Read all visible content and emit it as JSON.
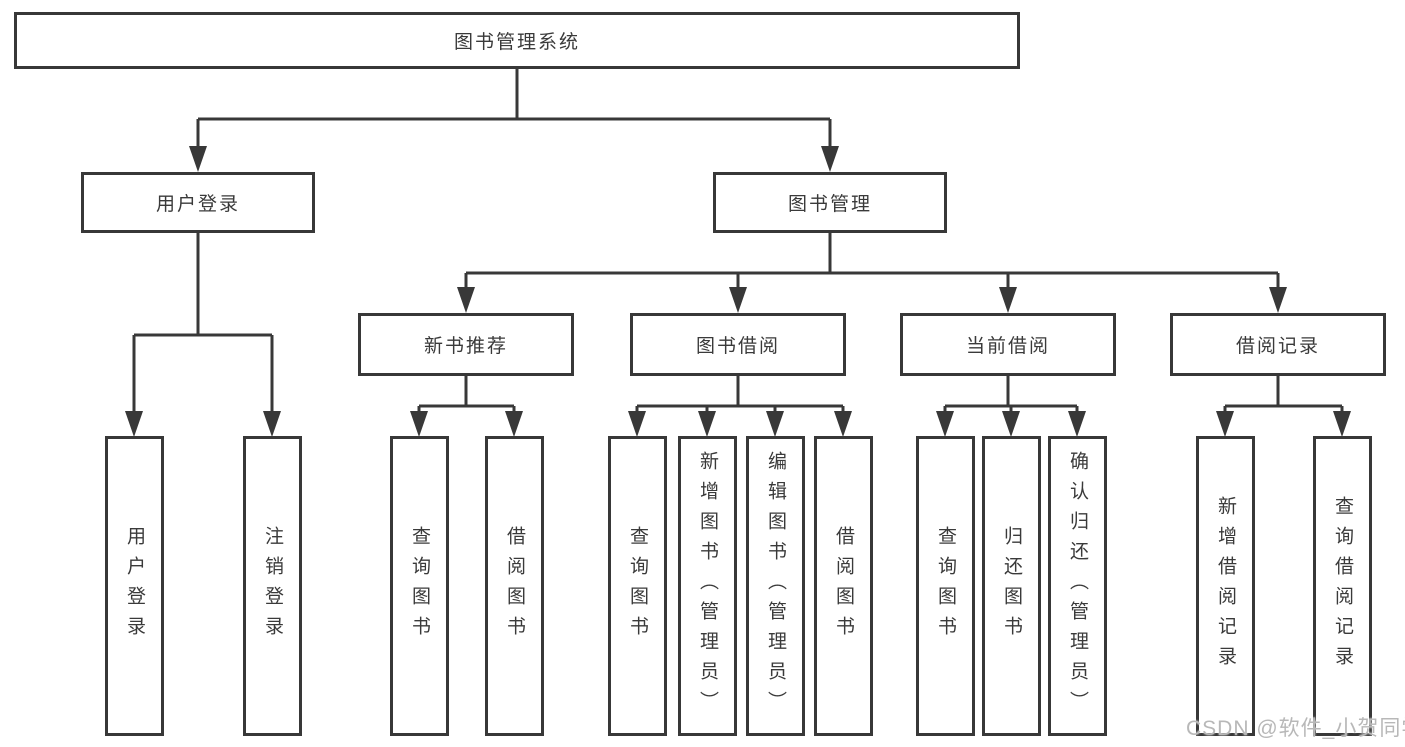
{
  "tree": {
    "root": "图书管理系统",
    "branches": [
      {
        "label": "用户登录",
        "children": [
          "用户登录",
          "注销登录"
        ]
      },
      {
        "label": "图书管理",
        "children": [
          {
            "label": "新书推荐",
            "children": [
              "查询图书",
              "借阅图书"
            ]
          },
          {
            "label": "图书借阅",
            "children": [
              "查询图书",
              "新增图书（管理员）",
              "编辑图书（管理员）",
              "借阅图书"
            ]
          },
          {
            "label": "当前借阅",
            "children": [
              "查询图书",
              "归还图书",
              "确认归还（管理员）"
            ]
          },
          {
            "label": "借阅记录",
            "children": [
              "新增借阅记录",
              "查询借阅记录"
            ]
          }
        ]
      }
    ]
  },
  "watermark": "CSDN @软件_小贺同学",
  "colors": {
    "line": "#383838",
    "text": "#3a3a3a",
    "watermark": "#b8b8b8",
    "background": "#ffffff"
  }
}
